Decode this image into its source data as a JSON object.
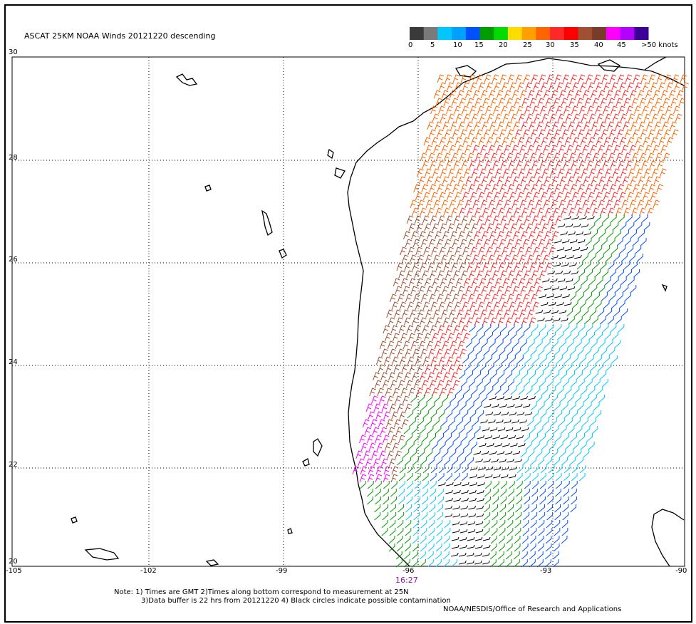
{
  "title": "ASCAT 25KM NOAA Winds 20121220 descending",
  "legend": {
    "labels": [
      "0",
      "5",
      "10",
      "15",
      "20",
      "25",
      "30",
      "35",
      "40",
      "45",
      ">50 knots"
    ],
    "colors": [
      "#3a3a3a",
      "#7a7a7a",
      "#00c8ff",
      "#00a0ff",
      "#0050ff",
      "#009c00",
      "#00dc00",
      "#ffdc00",
      "#ffa000",
      "#ff6400",
      "#ff2828",
      "#ff0000",
      "#a05030",
      "#783c28",
      "#ff00ff",
      "#b400ff",
      "#3c0096"
    ]
  },
  "axes": {
    "lat_ticks": [
      "30",
      "28",
      "26",
      "24",
      "22",
      "20"
    ],
    "lon_ticks": [
      "-105",
      "-102",
      "-99",
      "-96",
      "-93",
      "-90"
    ],
    "lat_range": [
      20,
      30
    ],
    "lon_range": [
      -105,
      -90
    ],
    "grid": "dotted"
  },
  "swath_time": "16:27",
  "notes": {
    "line1": "Note: 1) Times are GMT 2)Times along bottom correspond to measurement at 25N",
    "line2": "3)Data buffer is 22 hrs from 20121220 4) Black circles indicate possible contamination",
    "line3": "NOAA/NESDIS/Office of Research and Applications"
  },
  "wind_regions": [
    {
      "name": "orange-north",
      "speed_knots": 32,
      "color": "#ff6400"
    },
    {
      "name": "red-core",
      "speed_knots": 37,
      "color": "#ff2828"
    },
    {
      "name": "brown-west",
      "speed_knots": 42,
      "color": "#a05030"
    },
    {
      "name": "magenta-sw",
      "speed_knots": 47,
      "color": "#ff00ff"
    },
    {
      "name": "blue-east",
      "speed_knots": 12,
      "color": "#0050ff"
    },
    {
      "name": "cyan-east",
      "speed_knots": 7,
      "color": "#00c8ff"
    },
    {
      "name": "green-mixed",
      "speed_knots": 17,
      "color": "#009c00"
    },
    {
      "name": "black-calm",
      "speed_knots": 3,
      "color": "#000000"
    }
  ]
}
